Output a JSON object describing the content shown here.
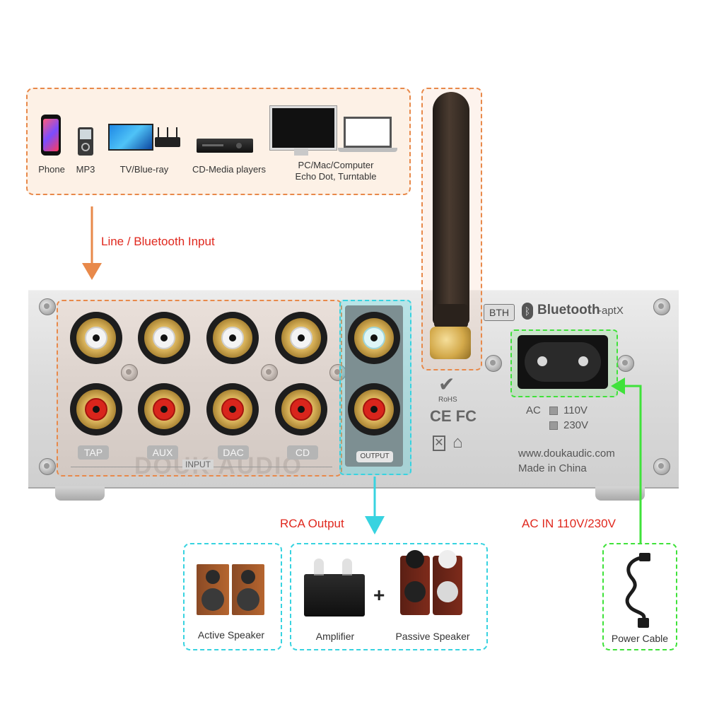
{
  "sources": {
    "items": [
      {
        "label": "Phone",
        "icon": "phone-icon"
      },
      {
        "label": "MP3",
        "icon": "mp3-player-icon"
      },
      {
        "label": "TV/Blue-ray",
        "icon": "tv-icon"
      },
      {
        "label": "CD-Media players",
        "icon": "cd-player-icon"
      },
      {
        "label_line1": "PC/Mac/Computer",
        "label_line2": "Echo Dot, Turntable",
        "icon": "computer-icon"
      }
    ]
  },
  "arrows": {
    "input_label": "Line / Bluetooth Input",
    "output_label": "RCA Output",
    "ac_label": "AC IN 110V/230V"
  },
  "panel": {
    "inputs": [
      "TAP",
      "AUX",
      "DAC",
      "CD"
    ],
    "input_caption": "INPUT",
    "output_caption": "OUTPUT",
    "watermark": "DOUK AUDIO",
    "bth_badge": "BTH",
    "bluetooth_text": "Bluetooth",
    "aptx_text": "-aptX",
    "rohs": "RoHS",
    "cert": "CE FC",
    "ac_text": "AC",
    "v110": "110V",
    "v230": "230V",
    "website": "www.doukaudic.com",
    "made_in": "Made in China"
  },
  "outputs": {
    "active_speaker": "Active Speaker",
    "amplifier": "Amplifier",
    "plus": "+",
    "passive_speaker": "Passive Speaker",
    "power_cable": "Power Cable"
  },
  "colors": {
    "orange": "#e8894a",
    "cyan": "#38d3e0",
    "green": "#3fe23a",
    "red_text": "#e0281e"
  }
}
